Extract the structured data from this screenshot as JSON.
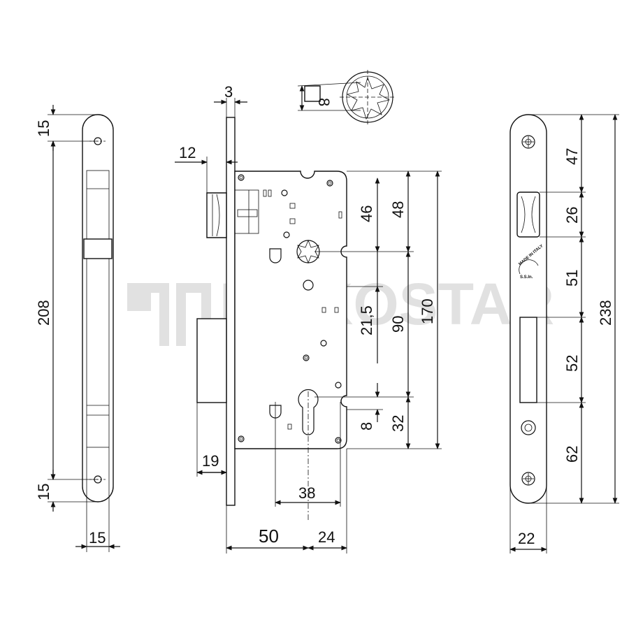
{
  "watermark": "FISKOSTAR",
  "stamp": {
    "line1": "MADE IN ITALY",
    "line2": "S.S.In."
  },
  "dimensions": {
    "faceplate_left": {
      "top_offset": "15",
      "height": "208",
      "bottom_offset": "15",
      "width": "15"
    },
    "lock_body": {
      "faceplate_thickness": "3",
      "latch_projection": "12",
      "bolt_projection": "19",
      "backset": "50",
      "rear_offset": "24",
      "keyhole_spacing": "38",
      "follower_to_top_inner": "46",
      "follower_to_top": "48",
      "follower_to_cylinder_mid": "21,5",
      "follower_to_cylinder": "90",
      "body_height": "170",
      "cylinder_offset": "8",
      "cylinder_to_bottom": "32"
    },
    "follower": {
      "square_size": "8"
    },
    "strike_plate": {
      "top_to_latch": "47",
      "latch_opening": "26",
      "latch_to_bolt": "51",
      "bolt_opening": "52",
      "bolt_to_bottom": "62",
      "height": "238",
      "width": "22"
    }
  }
}
